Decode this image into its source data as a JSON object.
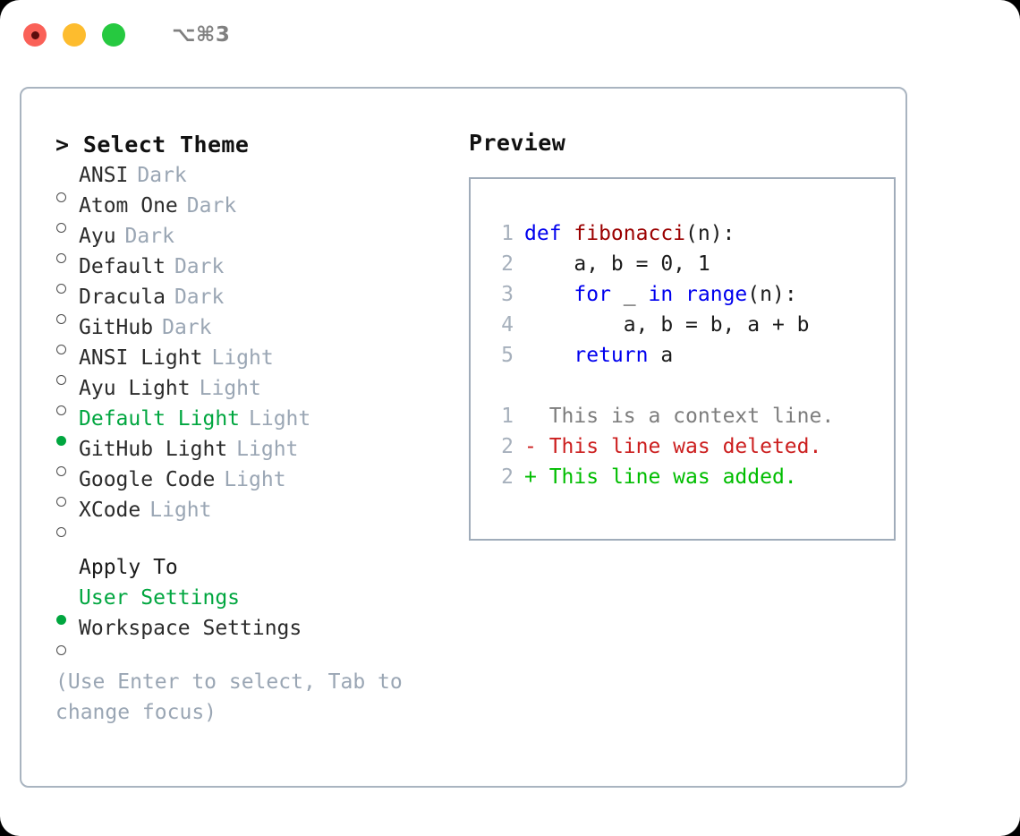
{
  "titlebar": {
    "lights": [
      "close-red",
      "minimize-yellow",
      "maximize-green"
    ],
    "shortcut": "⌥⌘3"
  },
  "theme_panel": {
    "header": "> Select Theme",
    "options": [
      {
        "marker": "○",
        "label": "ANSI",
        "tag": "Dark",
        "selected": false
      },
      {
        "marker": "○",
        "label": "Atom One",
        "tag": "Dark",
        "selected": false
      },
      {
        "marker": "○",
        "label": "Ayu",
        "tag": "Dark",
        "selected": false
      },
      {
        "marker": "○",
        "label": "Default",
        "tag": "Dark",
        "selected": false
      },
      {
        "marker": "○",
        "label": "Dracula",
        "tag": "Dark",
        "selected": false
      },
      {
        "marker": "○",
        "label": "GitHub",
        "tag": "Dark",
        "selected": false
      },
      {
        "marker": "○",
        "label": "ANSI Light",
        "tag": "Light",
        "selected": false
      },
      {
        "marker": "○",
        "label": "Ayu Light",
        "tag": "Light",
        "selected": false
      },
      {
        "marker": "●",
        "label": "Default Light",
        "tag": "Light",
        "selected": true
      },
      {
        "marker": "○",
        "label": "GitHub Light",
        "tag": "Light",
        "selected": false
      },
      {
        "marker": "○",
        "label": "Google Code",
        "tag": "Light",
        "selected": false
      },
      {
        "marker": "○",
        "label": "XCode",
        "tag": "Light",
        "selected": false
      }
    ]
  },
  "apply_to": {
    "title": "Apply To",
    "options": [
      {
        "marker": "●",
        "label": "User Settings",
        "selected": true
      },
      {
        "marker": "○",
        "label": "Workspace Settings",
        "selected": false
      }
    ]
  },
  "hint": "(Use Enter to select, Tab to change focus)",
  "preview": {
    "title": "Preview",
    "code_lines": [
      {
        "lineno": "1",
        "tokens": [
          {
            "text": "def ",
            "type": "kw"
          },
          {
            "text": "fibonacci",
            "type": "fn"
          },
          {
            "text": "(n):",
            "type": "plain"
          }
        ]
      },
      {
        "lineno": "2",
        "tokens": [
          {
            "text": "    a, b = 0, 1",
            "type": "plain"
          }
        ]
      },
      {
        "lineno": "3",
        "tokens": [
          {
            "text": "    ",
            "type": "plain"
          },
          {
            "text": "for",
            "type": "kw"
          },
          {
            "text": " _ ",
            "type": "plain"
          },
          {
            "text": "in",
            "type": "kw"
          },
          {
            "text": " ",
            "type": "plain"
          },
          {
            "text": "range",
            "type": "kw"
          },
          {
            "text": "(n):",
            "type": "plain"
          }
        ]
      },
      {
        "lineno": "4",
        "tokens": [
          {
            "text": "        a, b = b, a + b",
            "type": "plain"
          }
        ]
      },
      {
        "lineno": "5",
        "tokens": [
          {
            "text": "    ",
            "type": "plain"
          },
          {
            "text": "return",
            "type": "kw"
          },
          {
            "text": " a",
            "type": "plain"
          }
        ]
      }
    ],
    "diff_lines": [
      {
        "lineno": "1",
        "marker": " ",
        "text": " This is a context line.",
        "kind": "ctx"
      },
      {
        "lineno": "2",
        "marker": "-",
        "text": " This line was deleted.",
        "kind": "del"
      },
      {
        "lineno": "2",
        "marker": "+",
        "text": " This line was added.",
        "kind": "add"
      }
    ]
  },
  "colors": {
    "accent_green": "#00a63f",
    "muted": "#9aa6b4",
    "keyword_blue": "#0000ee",
    "function_red": "#9b0000",
    "diff_added": "#00bd00",
    "diff_deleted": "#cc1f1f",
    "border": "#a9b4c0"
  }
}
